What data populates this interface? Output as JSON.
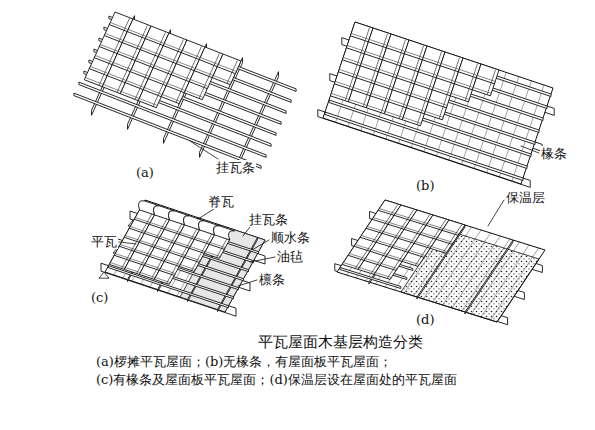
{
  "diagram": {
    "title": "平瓦屋面木基层构造分类",
    "labels": [
      "挂瓦条",
      "(a)",
      "椽条",
      "(b)",
      "脊瓦",
      "挂瓦条",
      "平瓦",
      "顺水条",
      "油毡",
      "檩条",
      "(c)",
      "保温层",
      "(d)",
      "(a)椤摊平瓦屋面；(b)无椽条，有屋面板平瓦屋面；",
      "(c)有椽条及屋面板平瓦屋面；(d)保温层设在屋面处的平瓦屋面"
    ]
  }
}
